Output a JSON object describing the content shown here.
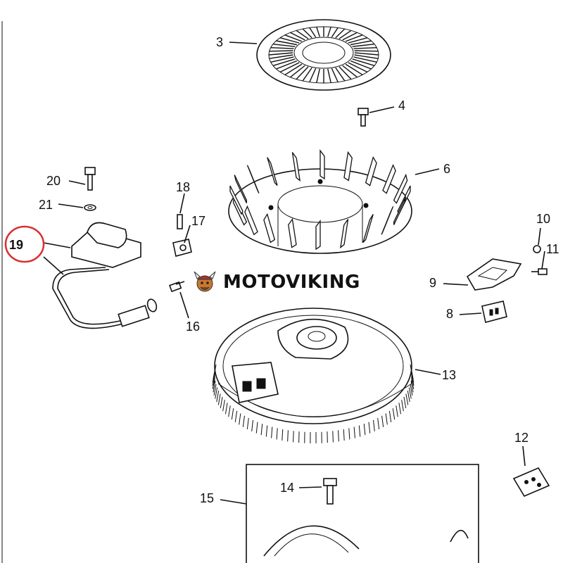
{
  "labels": {
    "p3": "3",
    "p4": "4",
    "p6": "6",
    "p8": "8",
    "p9": "9",
    "p10": "10",
    "p11": "11",
    "p12": "12",
    "p13": "13",
    "p14": "14",
    "p15": "15",
    "p16": "16",
    "p17": "17",
    "p18": "18",
    "p19": "19",
    "p20": "20",
    "p21": "21"
  },
  "watermark": {
    "text": "MOTOVIKING",
    "logo_icon": "viking-mascot-icon"
  },
  "highlight": {
    "part": "19",
    "color": "#d93030"
  }
}
